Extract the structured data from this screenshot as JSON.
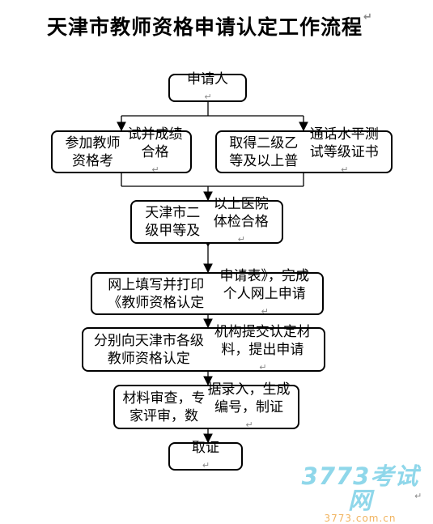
{
  "title": "天津市教师资格申请认定工作流程",
  "paragraph_mark": "↵",
  "steps": {
    "apply": "申请人",
    "exam": [
      "参加教师资格考",
      "试并成绩合格"
    ],
    "mandarin": [
      "取得二级乙等及以上普",
      "通话水平测试等级证书"
    ],
    "medical": [
      "天津市二级甲等及",
      "以上医院体检合格"
    ],
    "online": [
      "网上填写并打印《教师资格认定",
      "申请表》，完成个人网上申请"
    ],
    "submit": [
      "分别向天津市各级教师资格认定",
      "机构提交认定材料，提出申请"
    ],
    "review": [
      "材料审查，专家评审，数",
      "据录入，生成编号，制证"
    ],
    "collect": "取证"
  },
  "watermark": {
    "logo": "3773考试网",
    "url": "3773.com.cn"
  },
  "colors": {
    "border": "#000000",
    "watermark_logo": "#8fd7ea",
    "watermark_url": "#f0b35f"
  }
}
